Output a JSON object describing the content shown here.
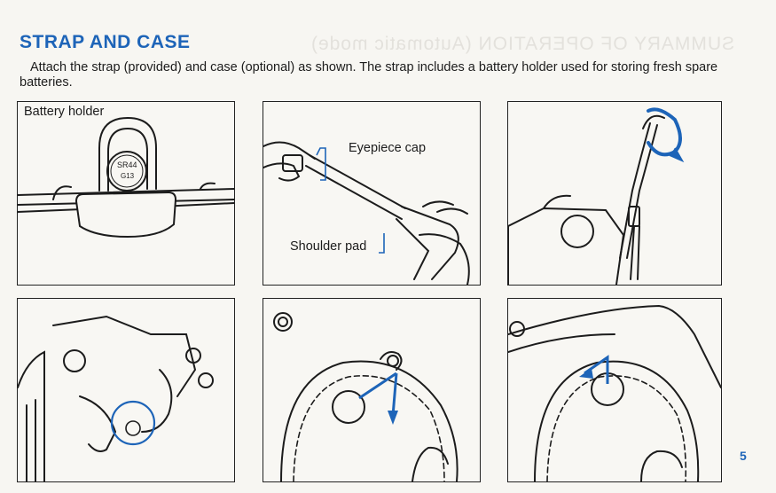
{
  "page": {
    "title": "STRAP AND CASE",
    "intro": "Attach the strap (provided) and case (optional) as shown. The strap includes a battery holder used for storing fresh spare batteries.",
    "page_number": "5",
    "bleed_through_heading": "SUMMARY OF OPERATION (Automatic mode)"
  },
  "figures": {
    "fig1": {
      "label": "Battery holder",
      "battery_text": [
        "SR44",
        "G13"
      ]
    },
    "fig2": {
      "label_eyepiece": "Eyepiece cap",
      "label_shoulder": "Shoulder pad"
    }
  },
  "colors": {
    "accent_blue": "#1d64b8",
    "ink": "#1c1c1c",
    "paper": "#f8f7f3"
  }
}
